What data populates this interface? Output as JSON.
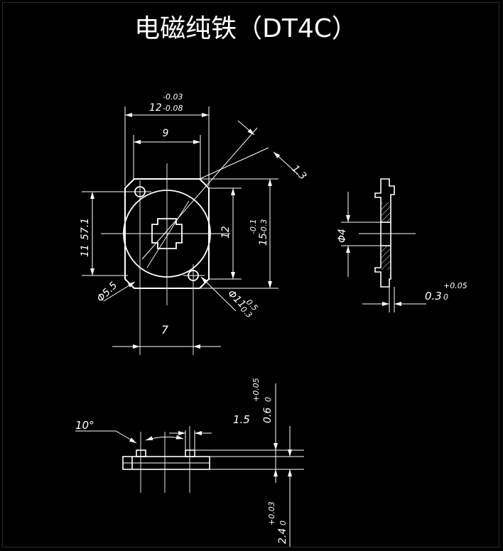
{
  "title": "电磁纯铁（DT4C）",
  "colors": {
    "background": "#000000",
    "line": "#ffffff",
    "dim": "#ffffff",
    "hatch": "#ffffff"
  },
  "front_view": {
    "dim_width_base": "12",
    "dim_width_upper": "-0.03",
    "dim_width_lower": "-0.08",
    "dim_inner_width": "9",
    "dim_chamfer": "1.3",
    "dim_height_left": "11",
    "dim_height_left_tail": "57.1",
    "dim_inner_height": "12",
    "dim_outer_height_base": "15",
    "dim_outer_height_upper": "-0.1",
    "dim_outer_height_lower": "-0.3",
    "dim_hole_dia": "Φ5.5",
    "dim_bore_dia": "Φ11",
    "dim_bore_upper": "0.5",
    "dim_bore_lower": "0.3",
    "dim_hole_spacing": "7"
  },
  "side_view": {
    "dim_dia": "Φ4",
    "dim_thickness_base": "0.3",
    "dim_thickness_upper": "+0.05",
    "dim_thickness_lower": "0"
  },
  "bottom_view": {
    "dim_angle": "10°",
    "dim_gap": "1.5",
    "dim_step_base": "0.6",
    "dim_step_upper": "+0.05",
    "dim_step_lower": "0",
    "dim_total_base": "2.4",
    "dim_total_upper": "+0.03",
    "dim_total_lower": "0"
  }
}
